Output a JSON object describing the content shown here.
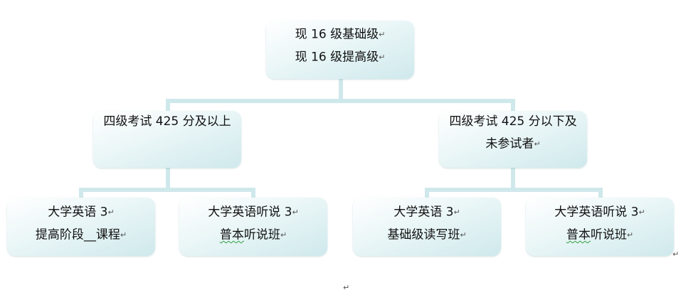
{
  "root": {
    "line1": "现 16 级基础级",
    "line2": "现 16 级提高级"
  },
  "left_group": {
    "line1": "四级考试 425 分及以上"
  },
  "right_group": {
    "line1": "四级考试 425 分以下及",
    "line2": "未参试者"
  },
  "leaves": [
    {
      "line1": "大学英语 3",
      "line2": "提高阶段__课程"
    },
    {
      "line1": "大学英语听说 3",
      "line2_a": "普本",
      "line2_b": "听说班"
    },
    {
      "line1": "大学英语 3",
      "line2": "基础级读写班"
    },
    {
      "line1": "大学英语听说 3",
      "line2_a": "普本",
      "line2_b": "听说班"
    }
  ],
  "marks": {
    "paragraph": "↵"
  },
  "colors": {
    "connector": "#cfe8eb",
    "box_light": "#ffffff",
    "box_dark": "#cfe9ec",
    "spell_underline": "#2e9e3e"
  }
}
